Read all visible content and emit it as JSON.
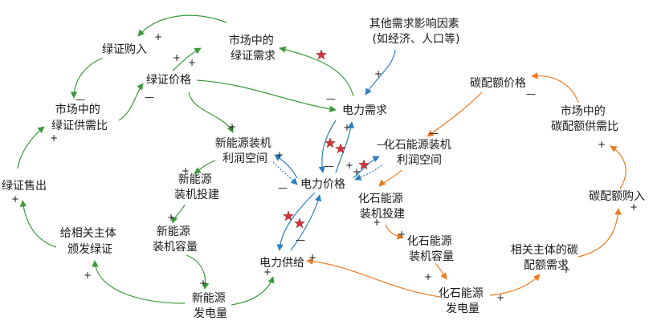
{
  "nodes": {
    "market_green_demand": [
      "市场中的",
      "绿证需求"
    ],
    "green_purchase": [
      "绿证购入"
    ],
    "green_price": [
      "绿证价格"
    ],
    "market_green_ratio": [
      "市场中的",
      "绿证供需比"
    ],
    "green_sale": [
      "绿证售出"
    ],
    "issue_green": [
      "给相关主体",
      "颁发绿证"
    ],
    "new_profit": [
      "新能源装机",
      "利润空间"
    ],
    "new_install": [
      "新能源",
      "装机投建"
    ],
    "new_capacity": [
      "新能源",
      "装机容量"
    ],
    "new_generation": [
      "新能源",
      "发电量"
    ],
    "other_factors": [
      "其他需求影响因素",
      "(如经济、人口等)"
    ],
    "power_demand": [
      "电力需求"
    ],
    "power_price": [
      "电力价格"
    ],
    "power_supply": [
      "电力供给"
    ],
    "fossil_profit": [
      "化石能源装机",
      "利润空间"
    ],
    "fossil_install": [
      "化石能源",
      "装机投建"
    ],
    "fossil_capacity": [
      "化石能源",
      "装机容量"
    ],
    "fossil_generation": [
      "化石能源",
      "发电量"
    ],
    "carbon_price": [
      "碳配额价格"
    ],
    "market_carbon_ratio": [
      "市场中的",
      "碳配额供需比"
    ],
    "carbon_purchase": [
      "碳配额购入"
    ],
    "carbon_demand": [
      "相关主体的碳",
      "配额需求"
    ]
  },
  "signs": {
    "plus": "+",
    "minus": "—"
  },
  "colors": {
    "green_loop": "#3a9a3a",
    "power_loop": "#2c7fbf",
    "carbon_loop": "#ee7a1e",
    "star": "#d6333a"
  },
  "icons": [
    "star-icon"
  ]
}
